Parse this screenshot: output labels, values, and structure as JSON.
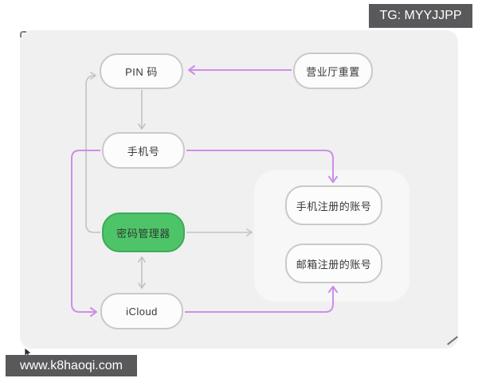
{
  "watermarks": {
    "telegram": "TG: MYYJJPP",
    "website": "www.k8haoqi.com"
  },
  "diagram": {
    "nodes": {
      "pin": "PIN 码",
      "hall_reset": "营业厅重置",
      "phone": "手机号",
      "password_manager": "密码管理器",
      "icloud": "iCloud",
      "phone_account": "手机注册的账号",
      "email_account": "邮箱注册的账号"
    },
    "edges": [
      {
        "from": "hall_reset",
        "to": "pin",
        "color": "#CE8EE8",
        "direction": "one-way"
      },
      {
        "from": "pin",
        "to": "phone",
        "color": "#C2C2C3",
        "direction": "one-way"
      },
      {
        "from": "password_manager",
        "to": "pin",
        "color": "#C2C2C3",
        "direction": "one-way"
      },
      {
        "from": "phone",
        "to": "icloud",
        "color": "#CE8EE8",
        "direction": "one-way"
      },
      {
        "from": "phone",
        "to": "phone_account",
        "color": "#CE8EE8",
        "direction": "one-way"
      },
      {
        "from": "icloud",
        "to": "email_account",
        "color": "#CE8EE8",
        "direction": "one-way"
      },
      {
        "from": "password_manager",
        "to": "icloud",
        "color": "#C2C2C3",
        "direction": "two-way"
      },
      {
        "from": "password_manager",
        "to": "accounts_group",
        "color": "#C2C2C3",
        "direction": "one-way"
      }
    ]
  },
  "colors": {
    "page_bg": "#FFFFFF",
    "canvas_bg": "#F0F0F0",
    "node_fill": "#FCFCFC",
    "node_border": "#C9C9CA",
    "node_text": "#38383A",
    "highlight_node_fill": "#4EC469",
    "highlight_node_border": "#3EA957",
    "group_fill": "#F7F7F8",
    "arrow_gray": "#C2C2C3",
    "arrow_purple": "#CE8EE8",
    "watermark_bg": "#59595B",
    "watermark_text": "#FFFFFF"
  }
}
